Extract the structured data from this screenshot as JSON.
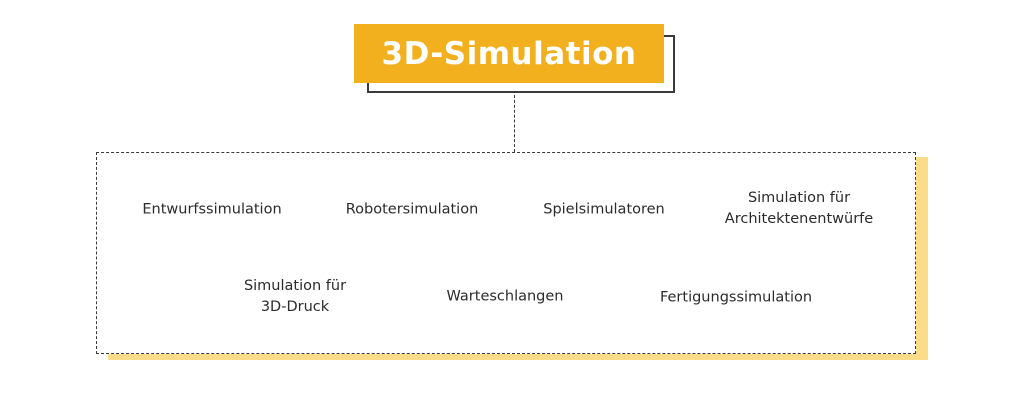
{
  "title": "3D-Simulation",
  "items": [
    {
      "lines": [
        "Entwurfssimulation"
      ]
    },
    {
      "lines": [
        "Robotersimulation"
      ]
    },
    {
      "lines": [
        "Spielsimulatoren"
      ]
    },
    {
      "lines": [
        "Simulation für",
        "Architektenentwürfe"
      ]
    },
    {
      "lines": [
        "Simulation für",
        "3D-Druck"
      ]
    },
    {
      "lines": [
        "Warteschlangen"
      ]
    },
    {
      "lines": [
        "Fertigungssimulation"
      ]
    }
  ],
  "colors": {
    "title_fill": "#f2b01e",
    "title_text": "#ffffff",
    "outline": "#3a3a3a",
    "accent_shadow": "#fbdc88",
    "item_text": "#2b2b2b"
  }
}
